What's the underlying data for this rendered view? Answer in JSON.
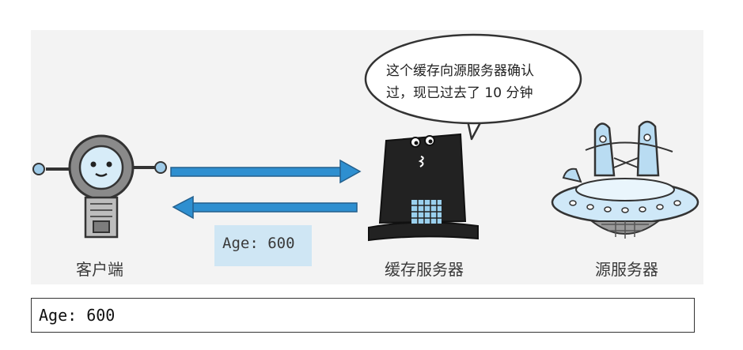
{
  "bubble": {
    "line1": "这个缓存向源服务器确认",
    "line2": "过，现已过去了 10 分钟"
  },
  "labels": {
    "client": "客户端",
    "cache_server": "缓存服务器",
    "origin_server": "源服务器"
  },
  "badge": {
    "text": "Age: 600"
  },
  "code_box": {
    "text": "Age: 600"
  },
  "colors": {
    "arrow": "#2e8fd0",
    "panel": "#f3f3f3",
    "badge": "#cfe6f4",
    "hat": "#222222"
  }
}
